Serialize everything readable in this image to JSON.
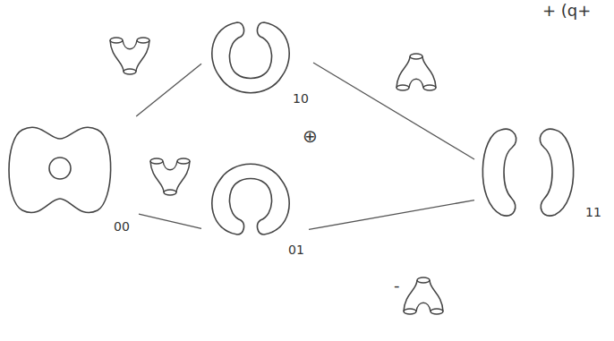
{
  "diagram": {
    "nodes": [
      {
        "text": [
          "00"
        ]
      },
      {
        "text": [
          "10"
        ]
      },
      {
        "text": [
          "01"
        ]
      },
      {
        "text": [
          "11"
        ]
      }
    ],
    "edges": [
      {
        "from": 0,
        "to": 1,
        "arrow": "none"
      },
      {
        "from": 0,
        "to": 2,
        "arrow": "none"
      },
      {
        "from": 1,
        "to": 3,
        "arrow": "none"
      },
      {
        "from": 2,
        "to": 3,
        "label": "-",
        "arrow": "none"
      }
    ],
    "labels": [
      "⊕",
      "+ (q+"
    ]
  }
}
